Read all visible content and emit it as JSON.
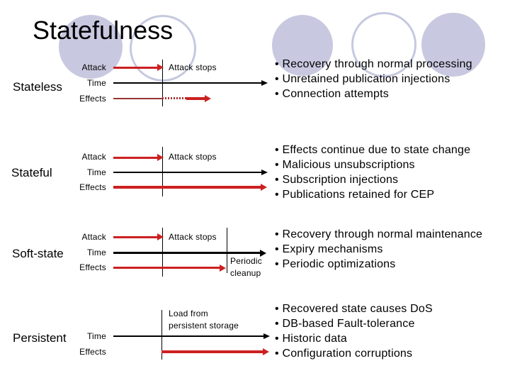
{
  "title": "Statefulness",
  "colors": {
    "accent_red": "#cc2020",
    "dark_red": "#993333",
    "line_black": "#000000",
    "circle_fill": "#c8c8e0",
    "circle_outline": "#c5c9df"
  },
  "rows": [
    {
      "label": "Stateless",
      "attack_label": "Attack",
      "time_label": "Time",
      "effects_label": "Effects",
      "attack_stops_label": "Attack stops",
      "bullets": [
        "Recovery through normal processing",
        "Unretained publication injections",
        "Connection attempts"
      ]
    },
    {
      "label": "Stateful",
      "attack_label": "Attack",
      "time_label": "Time",
      "effects_label": "Effects",
      "attack_stops_label": "Attack stops",
      "bullets": [
        "Effects continue due to state change",
        "Malicious unsubscriptions",
        "Subscription injections",
        "Publications retained for CEP"
      ]
    },
    {
      "label": "Soft-state",
      "attack_label": "Attack",
      "time_label": "Time",
      "effects_label": "Effects",
      "attack_stops_label": "Attack stops",
      "periodic_label": "Periodic",
      "cleanup_label": "cleanup",
      "bullets": [
        "Recovery through normal maintenance",
        "Expiry mechanisms",
        "Periodic optimizations"
      ]
    },
    {
      "label": "Persistent",
      "time_label": "Time",
      "effects_label": "Effects",
      "load_line1": "Load from",
      "load_line2": "persistent storage",
      "bullets": [
        "Recovered state causes DoS",
        "DB-based Fault-tolerance",
        "Historic data",
        "Configuration corruptions"
      ]
    }
  ]
}
